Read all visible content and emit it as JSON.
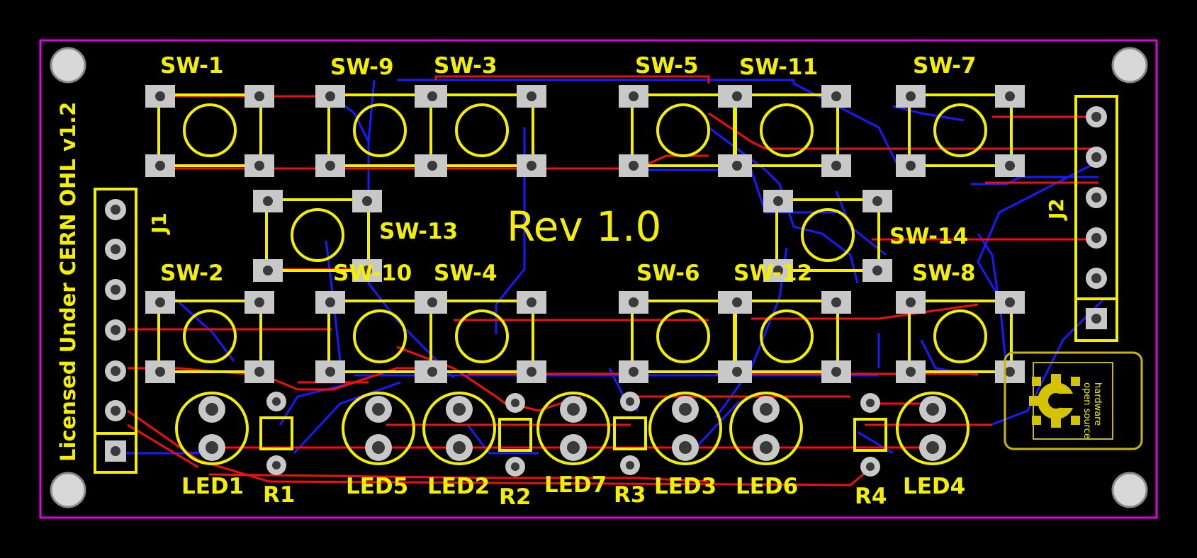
{
  "board": {
    "revision": "Rev 1.0",
    "license_text": "Licensed Under CERN OHL v1.2",
    "logo_text_1": "open source",
    "logo_text_2": "hardware",
    "colors": {
      "background": "#000000",
      "outline": "#e000e0",
      "silkscreen": "#f2f000",
      "pad": "#c8c8c8",
      "drill": "#3a3a3a",
      "top_trace": "#ee1010",
      "bottom_trace": "#1a1aff",
      "mounting_hole": "#d8d8d8"
    }
  },
  "switches": [
    "SW-1",
    "SW-9",
    "SW-3",
    "SW-5",
    "SW-11",
    "SW-7",
    "SW-13",
    "SW-14",
    "SW-2",
    "SW-10",
    "SW-4",
    "SW-6",
    "SW-12",
    "SW-8"
  ],
  "leds": [
    "LED1",
    "LED5",
    "LED2",
    "LED7",
    "LED3",
    "LED6",
    "LED4"
  ],
  "resistors": [
    "R1",
    "R2",
    "R3",
    "R4"
  ],
  "connectors": [
    "J1",
    "J2"
  ]
}
